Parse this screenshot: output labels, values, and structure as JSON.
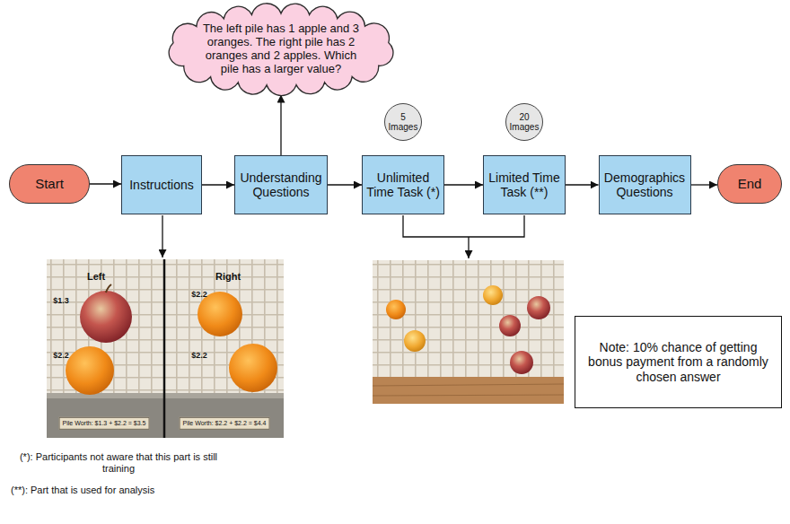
{
  "diagram": {
    "nodes": [
      {
        "text": [
          "Start"
        ]
      },
      {
        "text": [
          "Instructions"
        ]
      },
      {
        "text": [
          "Understanding Questions"
        ]
      },
      {
        "text": [
          "The left pile has 1 apple and 3 oranges. The right pile has 2 oranges and 2 apples. Which pile has a larger value?"
        ]
      },
      {
        "text": [
          "Unlimited Time Task (*)"
        ]
      },
      {
        "text": [
          "5 Images"
        ]
      },
      {
        "text": [
          "Limited Time Task (**)"
        ]
      },
      {
        "text": [
          "20 Images"
        ]
      },
      {
        "text": [
          "Demographics Questions"
        ]
      },
      {
        "text": [
          "End"
        ]
      },
      {
        "text": [
          "Note: 10% chance of getting bonus payment from a randomly chosen answer"
        ]
      }
    ],
    "edges": [
      {
        "from": 0,
        "to": 1,
        "arrow": "to"
      },
      {
        "from": 1,
        "to": 2,
        "arrow": "to"
      },
      {
        "from": 2,
        "to": 3,
        "arrow": "to"
      },
      {
        "from": 2,
        "to": 4,
        "arrow": "to"
      },
      {
        "from": 4,
        "to": 6,
        "arrow": "to"
      },
      {
        "from": 6,
        "to": 8,
        "arrow": "to"
      },
      {
        "from": 8,
        "to": 9,
        "arrow": "to"
      }
    ],
    "labels": [
      "Left",
      "Right",
      "$1.3",
      "$2.2",
      "$2.2",
      "$2.2",
      "Pile Worth: $1.3 + $2.2 = $3.5",
      "Pile Worth: $2.2 + $2.2 = $4.4",
      "(*): Participants not aware that this part is still training",
      "(**): Part that is used for analysis"
    ]
  }
}
